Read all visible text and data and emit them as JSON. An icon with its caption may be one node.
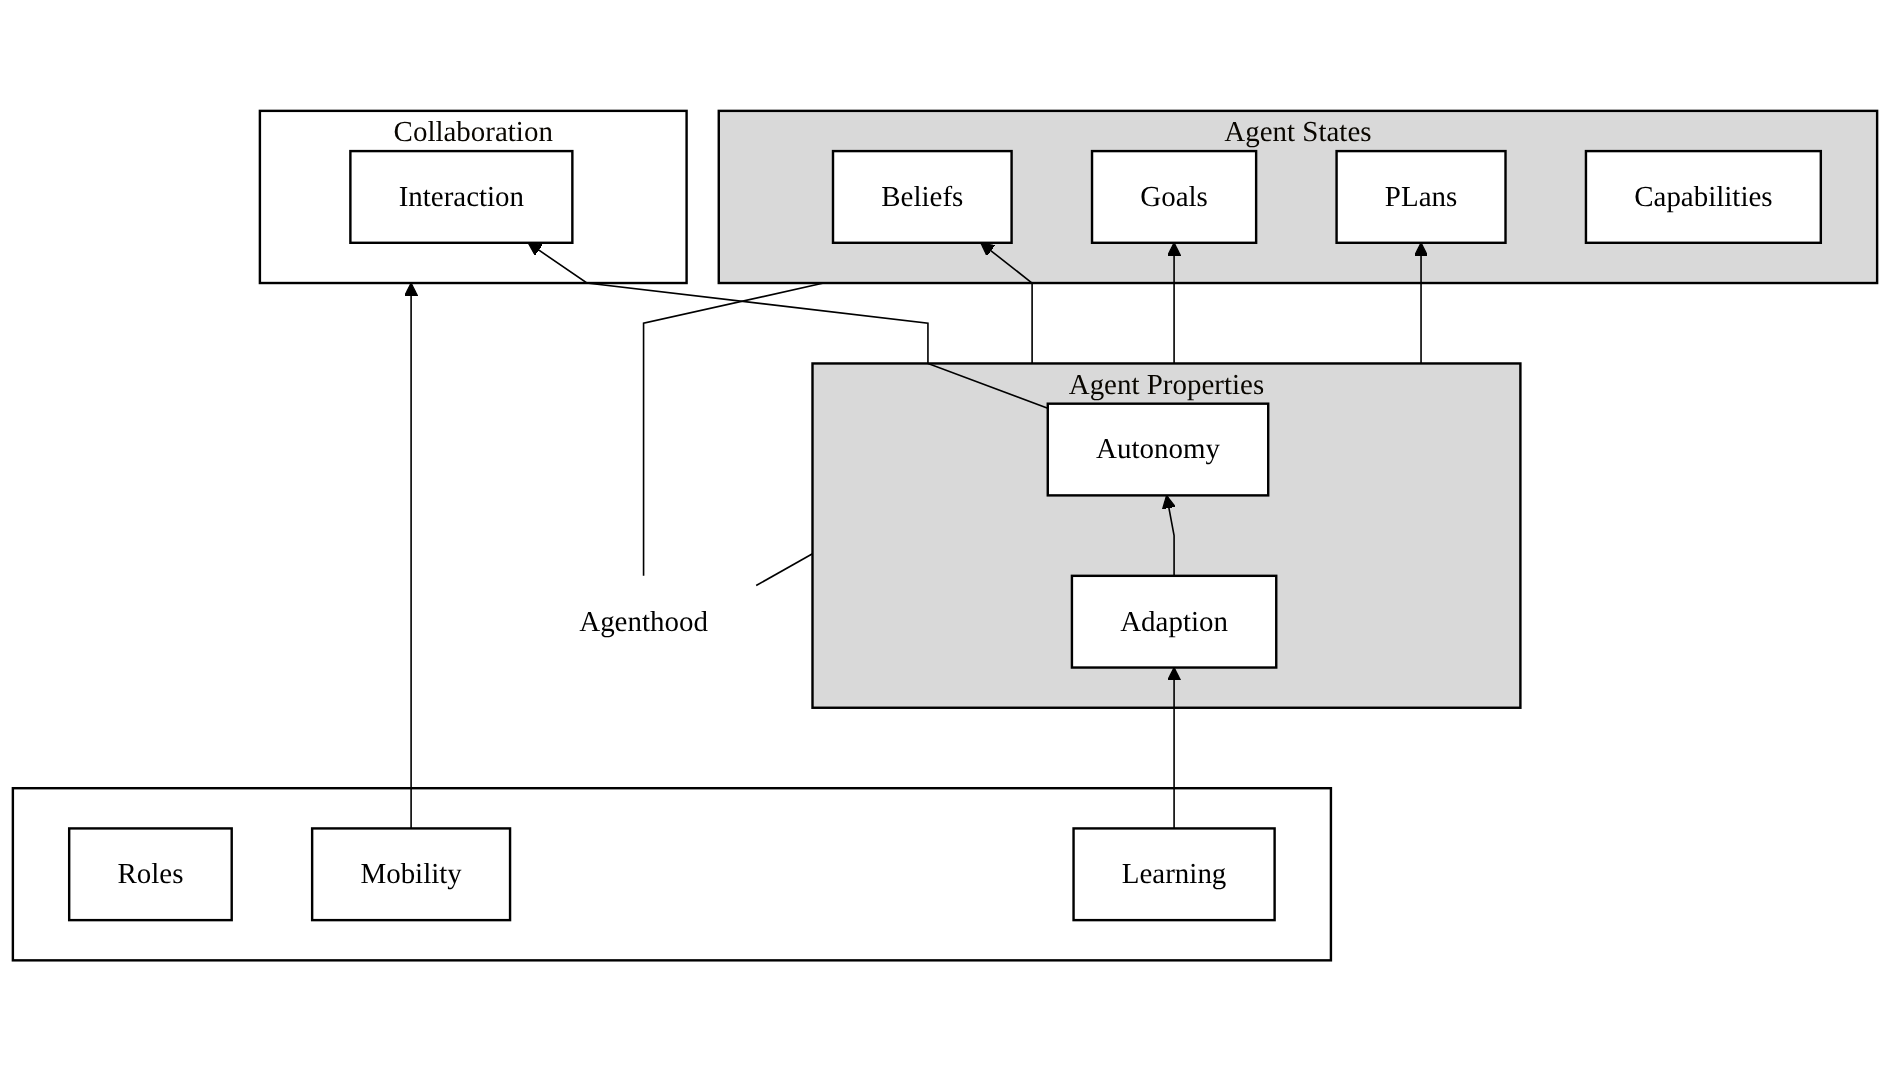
{
  "diagram": {
    "nodes": [
      {
        "text": [
          "Agenthood"
        ]
      },
      {
        "text": [
          "Agent States"
        ]
      },
      {
        "text": [
          "Beliefs"
        ],
        "in": 1
      },
      {
        "text": [
          "Goals"
        ],
        "in": 1
      },
      {
        "text": [
          "PLans"
        ],
        "in": 1
      },
      {
        "text": [
          "Capabilities"
        ],
        "in": 1
      },
      {
        "text": [
          "Agent Properties"
        ]
      },
      {
        "text": [
          "Autonomy"
        ],
        "in": 6
      },
      {
        "text": [
          "Adaption"
        ],
        "in": 6
      },
      {
        "text": [
          "Collaboration"
        ]
      },
      {
        "text": [
          "Interaction"
        ],
        "in": 9
      },
      {
        "text": [],
        "shape": "box"
      },
      {
        "text": [
          "Roles"
        ],
        "in": 11
      },
      {
        "text": [
          "Mobility"
        ],
        "in": 11
      },
      {
        "text": [
          "Learning"
        ],
        "in": 11
      }
    ],
    "edges": [
      {
        "from": 0,
        "to": 1,
        "arrow": "none"
      },
      {
        "from": 0,
        "to": 6,
        "arrow": "none"
      },
      {
        "from": 6,
        "to": 2,
        "arrow": "to"
      },
      {
        "from": 6,
        "to": 3,
        "arrow": "to"
      },
      {
        "from": 6,
        "to": 4,
        "arrow": "to"
      },
      {
        "from": 8,
        "to": 7,
        "arrow": "to"
      },
      {
        "from": 7,
        "to": 10,
        "arrow": "to"
      },
      {
        "from": 13,
        "to": 9,
        "arrow": "to"
      },
      {
        "from": 14,
        "to": 8,
        "arrow": "to"
      }
    ]
  }
}
